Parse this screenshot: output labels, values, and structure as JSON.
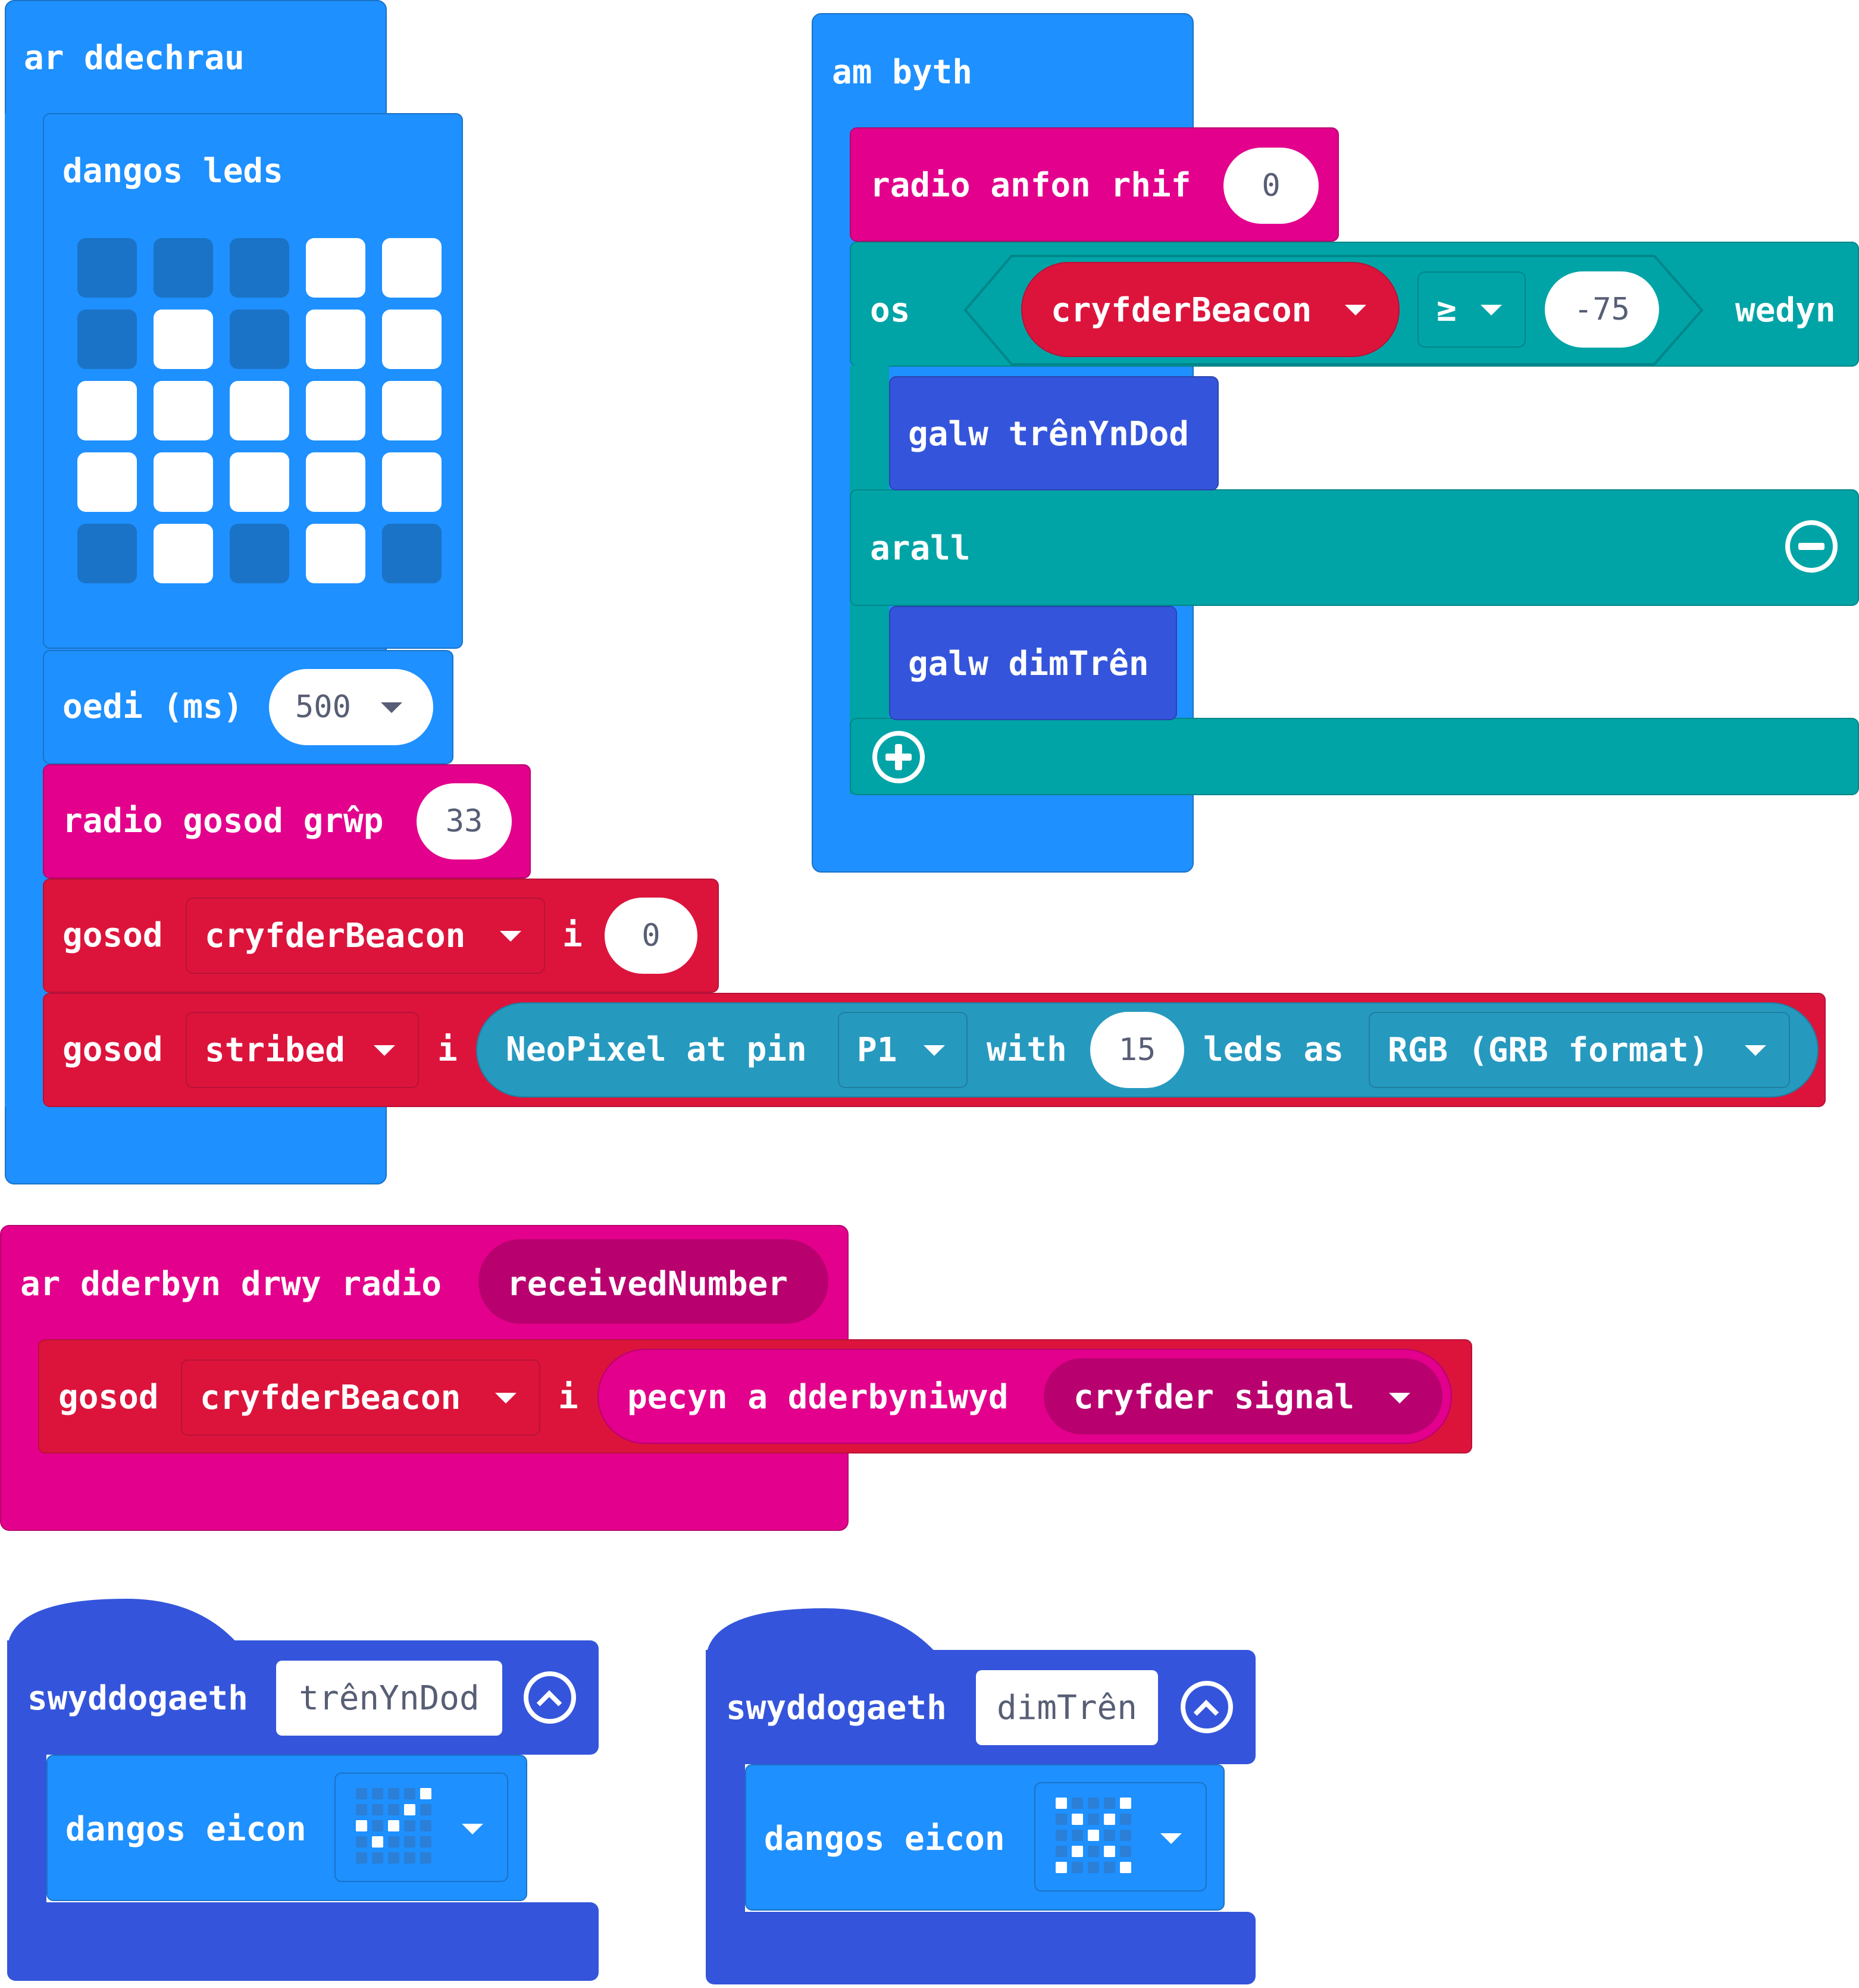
{
  "colors": {
    "basic": "#1e90ff",
    "basic_dark": "#1a73c6",
    "radio": "#e3008c",
    "radio_dark": "#b8006f",
    "variables": "#dc143c",
    "variables_dark": "#b81237",
    "logic": "#00a4a6",
    "logic_dark": "#00868a",
    "functions": "#3455db",
    "neopixel": "#2699bf"
  },
  "on_start": {
    "hat": "ar ddechrau",
    "show_leds": {
      "label": "dangos leds",
      "grid": [
        [
          0,
          0,
          0,
          1,
          1
        ],
        [
          0,
          1,
          0,
          1,
          1
        ],
        [
          1,
          1,
          1,
          1,
          1
        ],
        [
          1,
          1,
          1,
          1,
          1
        ],
        [
          0,
          1,
          0,
          1,
          0
        ]
      ]
    },
    "pause": {
      "label": "oedi (ms)",
      "value": "500"
    },
    "radio_group": {
      "label": "radio gosod grŵp",
      "value": "33"
    },
    "set_beacon": {
      "set": "gosod",
      "variable": "cryfderBeacon",
      "to": "i",
      "value": "0"
    },
    "set_strip": {
      "set": "gosod",
      "variable": "stribed",
      "to": "i",
      "neopixel": {
        "text1": "NeoPixel at pin",
        "pin": "P1",
        "text2": "with",
        "count": "15",
        "text3": "leds as",
        "mode": "RGB (GRB format)"
      }
    }
  },
  "forever": {
    "hat": "am byth",
    "radio_send": {
      "label": "radio anfon rhif",
      "value": "0"
    },
    "if_block": {
      "if": "os",
      "variable": "cryfderBeacon",
      "op": "≥",
      "value": "-75",
      "then": "wedyn",
      "call1": "galw trênYnDod",
      "else": "arall",
      "call2": "galw dimTrên"
    }
  },
  "on_received": {
    "hat": "ar dderbyn drwy radio",
    "param": "receivedNumber",
    "set": "gosod",
    "variable": "cryfderBeacon",
    "to": "i",
    "packet": "pecyn a dderbyniwyd",
    "property": "cryfder signal"
  },
  "functions": [
    {
      "label": "swyddogaeth",
      "name": "trênYnDod",
      "show_icon": "dangos eicon",
      "icon": [
        [
          0,
          0,
          0,
          0,
          1
        ],
        [
          0,
          0,
          0,
          1,
          0
        ],
        [
          1,
          0,
          1,
          0,
          0
        ],
        [
          0,
          1,
          0,
          0,
          0
        ],
        [
          0,
          0,
          0,
          0,
          0
        ]
      ]
    },
    {
      "label": "swyddogaeth",
      "name": "dimTrên",
      "show_icon": "dangos eicon",
      "icon": [
        [
          1,
          0,
          0,
          0,
          1
        ],
        [
          0,
          1,
          0,
          1,
          0
        ],
        [
          0,
          0,
          1,
          0,
          0
        ],
        [
          0,
          1,
          0,
          1,
          0
        ],
        [
          1,
          0,
          0,
          0,
          1
        ]
      ]
    }
  ]
}
